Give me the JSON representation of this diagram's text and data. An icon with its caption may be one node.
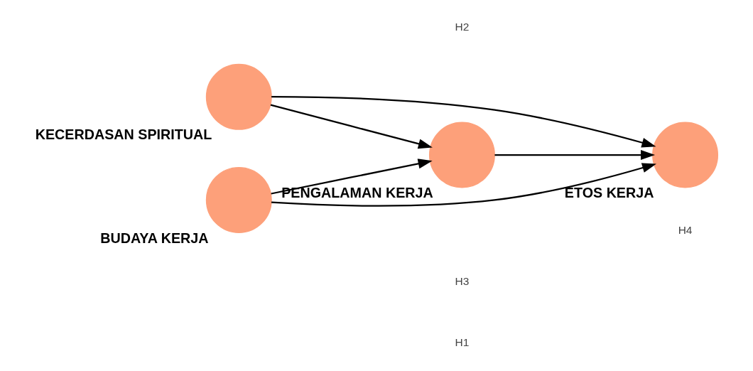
{
  "diagram": {
    "nodes": [
      {
        "text": [
          "KECERDASAN SPIRITUAL"
        ]
      },
      {
        "text": [
          "BUDAYA KERJA"
        ]
      },
      {
        "text": [
          "PENGALAMAN KERJA"
        ]
      },
      {
        "text": [
          "ETOS KERJA"
        ]
      }
    ],
    "edges": [
      {
        "from": 0,
        "to": 3,
        "arrow": "to"
      },
      {
        "from": 0,
        "to": 2,
        "arrow": "to"
      },
      {
        "from": 2,
        "to": 3,
        "arrow": "to"
      },
      {
        "from": 1,
        "to": 2,
        "arrow": "to"
      },
      {
        "from": 1,
        "to": 3,
        "arrow": "to"
      }
    ],
    "labels": [
      "H1",
      "H3",
      "H4",
      "H2"
    ]
  }
}
